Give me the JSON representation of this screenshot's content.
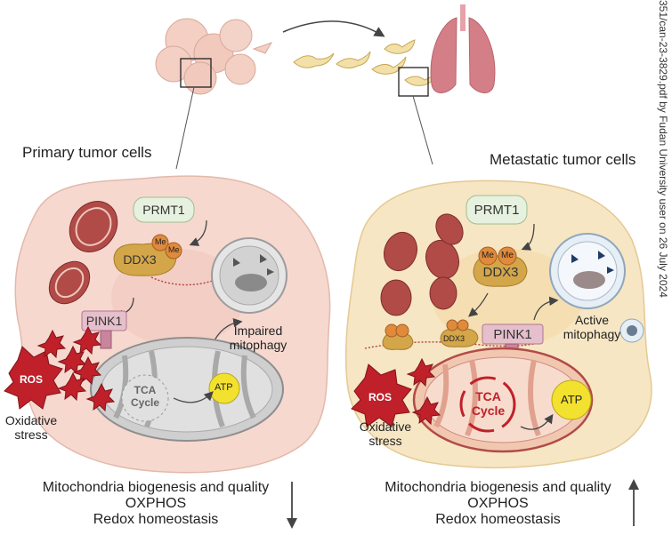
{
  "left_panel": {
    "title": "Primary tumor cells",
    "prmt1": "PRMT1",
    "me1": "Me",
    "me2": "Me",
    "ddx3": "DDX3",
    "pink1": "PINK1",
    "ros": "ROS",
    "tca": "TCA\nCycle",
    "atp": "ATP",
    "mitophagy": "Impaired\nmitophagy",
    "stress": "Oxidative\nstress",
    "bottom_lines": [
      "Mitochondria biogenesis and quality",
      "OXPHOS",
      "Redox homeostasis"
    ],
    "trend": "decrease"
  },
  "right_panel": {
    "title": "Metastatic tumor cells",
    "prmt1": "PRMT1",
    "me1": "Me",
    "me2": "Me",
    "ddx3": "DDX3",
    "ddx3_small": "DDX3",
    "pink1": "PINK1",
    "ros": "ROS",
    "tca": "TCA\nCycle",
    "atp": "ATP",
    "mitophagy": "Active\nmitophagy",
    "stress": "Oxidative\nstress",
    "bottom_lines": [
      "Mitochondria biogenesis and quality",
      "OXPHOS",
      "Redox homeostasis"
    ],
    "trend": "increase"
  },
  "watermark": "351/can-23-3829.pdf by Fudan University user on 26 July 2024",
  "colors": {
    "primary_cell": "#f6d8cf",
    "metastatic_cell": "#f7e6c3",
    "prmt1_fill": "#e7f1df",
    "ddx3_fill": "#d4a64a",
    "pink1_fill": "#c9859c",
    "ros_fill": "#c0202a",
    "atp_fill": "#f3e130",
    "impaired_mito": "#cfcfcf",
    "active_mito": "#f2c7b0"
  }
}
